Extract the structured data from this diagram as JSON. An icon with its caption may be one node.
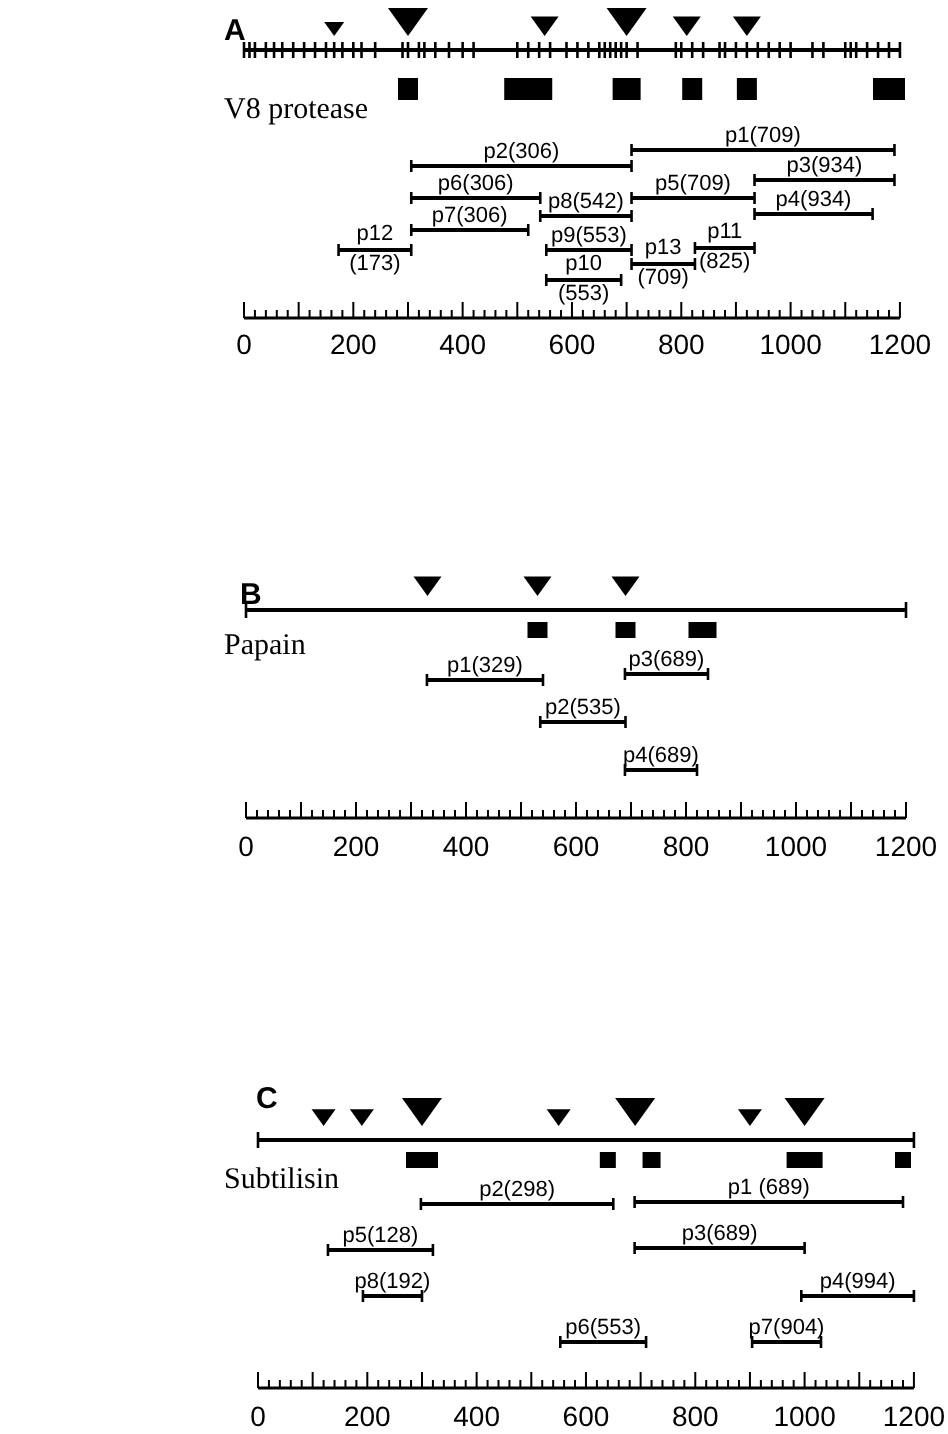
{
  "diagram": {
    "labels": [
      "A",
      "V8 protease",
      "p1(709)",
      "p2(306)",
      "p3(934)",
      "p6(306)",
      "p5(709)",
      "p8(542)",
      "p4(934)",
      "p7(306)",
      "p12 (173)",
      "p9(553)",
      "p13 (709)",
      "p11 (825)",
      "p10 (553)",
      "0",
      "200",
      "400",
      "600",
      "800",
      "1000",
      "1200",
      "B",
      "Papain",
      "p1(329)",
      "p3(689)",
      "p2(535)",
      "p4(689)",
      "0",
      "200",
      "400",
      "600",
      "800",
      "1000",
      "1200",
      "C",
      "Subtilisin",
      "p2(298)",
      "p1 (689)",
      "p5(128)",
      "p3(689)",
      "p8(192)",
      "p4(994)",
      "p6(553)",
      "p7(904)",
      "0",
      "200",
      "400",
      "600",
      "800",
      "1000",
      "1200"
    ]
  }
}
